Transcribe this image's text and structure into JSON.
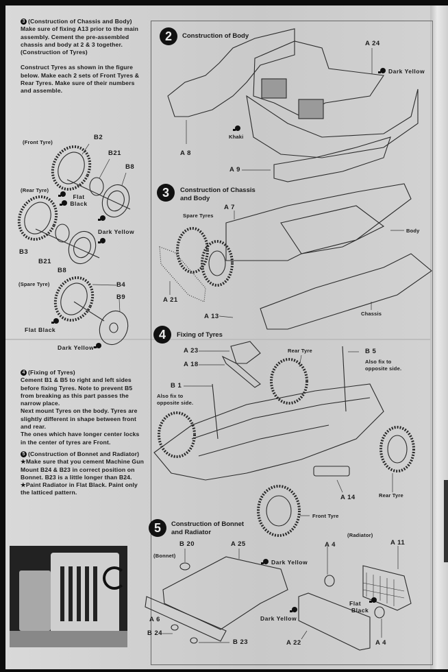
{
  "left_text": {
    "step3_heading": "(Construction of Chassis and Body)",
    "step3_num": "3",
    "step3_body": "Make sure of fixing A13 prior to the main assembly. Cement the pre-assembled chassis and body at 2 & 3 together.",
    "tyres_heading": "(Construction of Tyres)",
    "tyres_body": "Construct Tyres as shown in the figure below. Make each 2 sets of Front Tyres & Rear Tyres. Make sure of their numbers and assemble.",
    "step4_num": "4",
    "step4_heading": "(Fixing of Tyres)",
    "step4_body_1": "Cement B1 & B5 to right and left sides before fixing Tyres. Note to prevent B5 from breaking as this part passes the narrow place.",
    "step4_body_2": "Next mount Tyres on the body. Tyres are slightly different in shape between front and rear.",
    "step4_body_3": "The ones which have longer center locks in the center of tyres are Front.",
    "step5_num": "5",
    "step5_heading": "(Construction of Bonnet and Radiator)",
    "step5_body_1": "★Make sure that you cement Machine Gun Mount B24 & B23 in correct position on Bonnet. B23 is a little longer than B24.",
    "step5_body_2": "★Paint Radiator in Flat Black. Paint only the latticed pattern."
  },
  "tyre_diagram": {
    "front_tyre": "(Front Tyre)",
    "rear_tyre": "(Rear Tyre)",
    "spare_tyre": "(Spare Tyre)",
    "parts": [
      "B2",
      "B21",
      "B8",
      "B3",
      "B21",
      "B8",
      "B4",
      "B9"
    ],
    "paint_flat_black": "Flat Black",
    "paint_flat_black_2": "Flat Black",
    "paint_dark_yellow": "Dark Yellow",
    "paint_dark_yellow_2": "Dark Yellow"
  },
  "step2": {
    "num": "2",
    "title": "Construction of Body",
    "parts": {
      "a24": "A 24",
      "a8": "A 8",
      "a9": "A 9"
    },
    "paint_khaki": "Khaki",
    "paint_dark_yellow": "Dark Yellow"
  },
  "step3": {
    "num": "3",
    "title_1": "Construction of Chassis",
    "title_2": "and Body",
    "spare_tyres": "Spare Tyres",
    "parts": {
      "a7": "A 7",
      "a21": "A 21",
      "a13": "A 13"
    },
    "body": "Body",
    "chassis": "Chassis"
  },
  "step4": {
    "num": "4",
    "title": "Fixing of Tyres",
    "parts": {
      "a23": "A 23",
      "a18": "A 18",
      "b1": "B 1",
      "b5": "B 5",
      "a14": "A 14"
    },
    "also_fix_1": "Also fix to",
    "also_fix_2": "opposite side.",
    "rear_tyre_top": "Rear Tyre",
    "rear_tyre_right": "Rear Tyre",
    "front_tyre": "Front Tyre"
  },
  "step5": {
    "num": "5",
    "title_1": "Construction of Bonnet",
    "title_2": "and Radiator",
    "bonnet": "(Bonnet)",
    "radiator": "(Radiator)",
    "parts": {
      "b20": "B 20",
      "a25": "A 25",
      "a6": "A 6",
      "b24": "B 24",
      "b23": "B 23",
      "a4_top": "A 4",
      "a11": "A 11",
      "a22": "A 22",
      "a4_bottom": "A 4"
    },
    "paint_dark_yellow": "Dark Yellow",
    "paint_dark_yellow_2": "Dark Yellow",
    "paint_flat_black_1": "Flat",
    "paint_flat_black_2": "Black"
  }
}
